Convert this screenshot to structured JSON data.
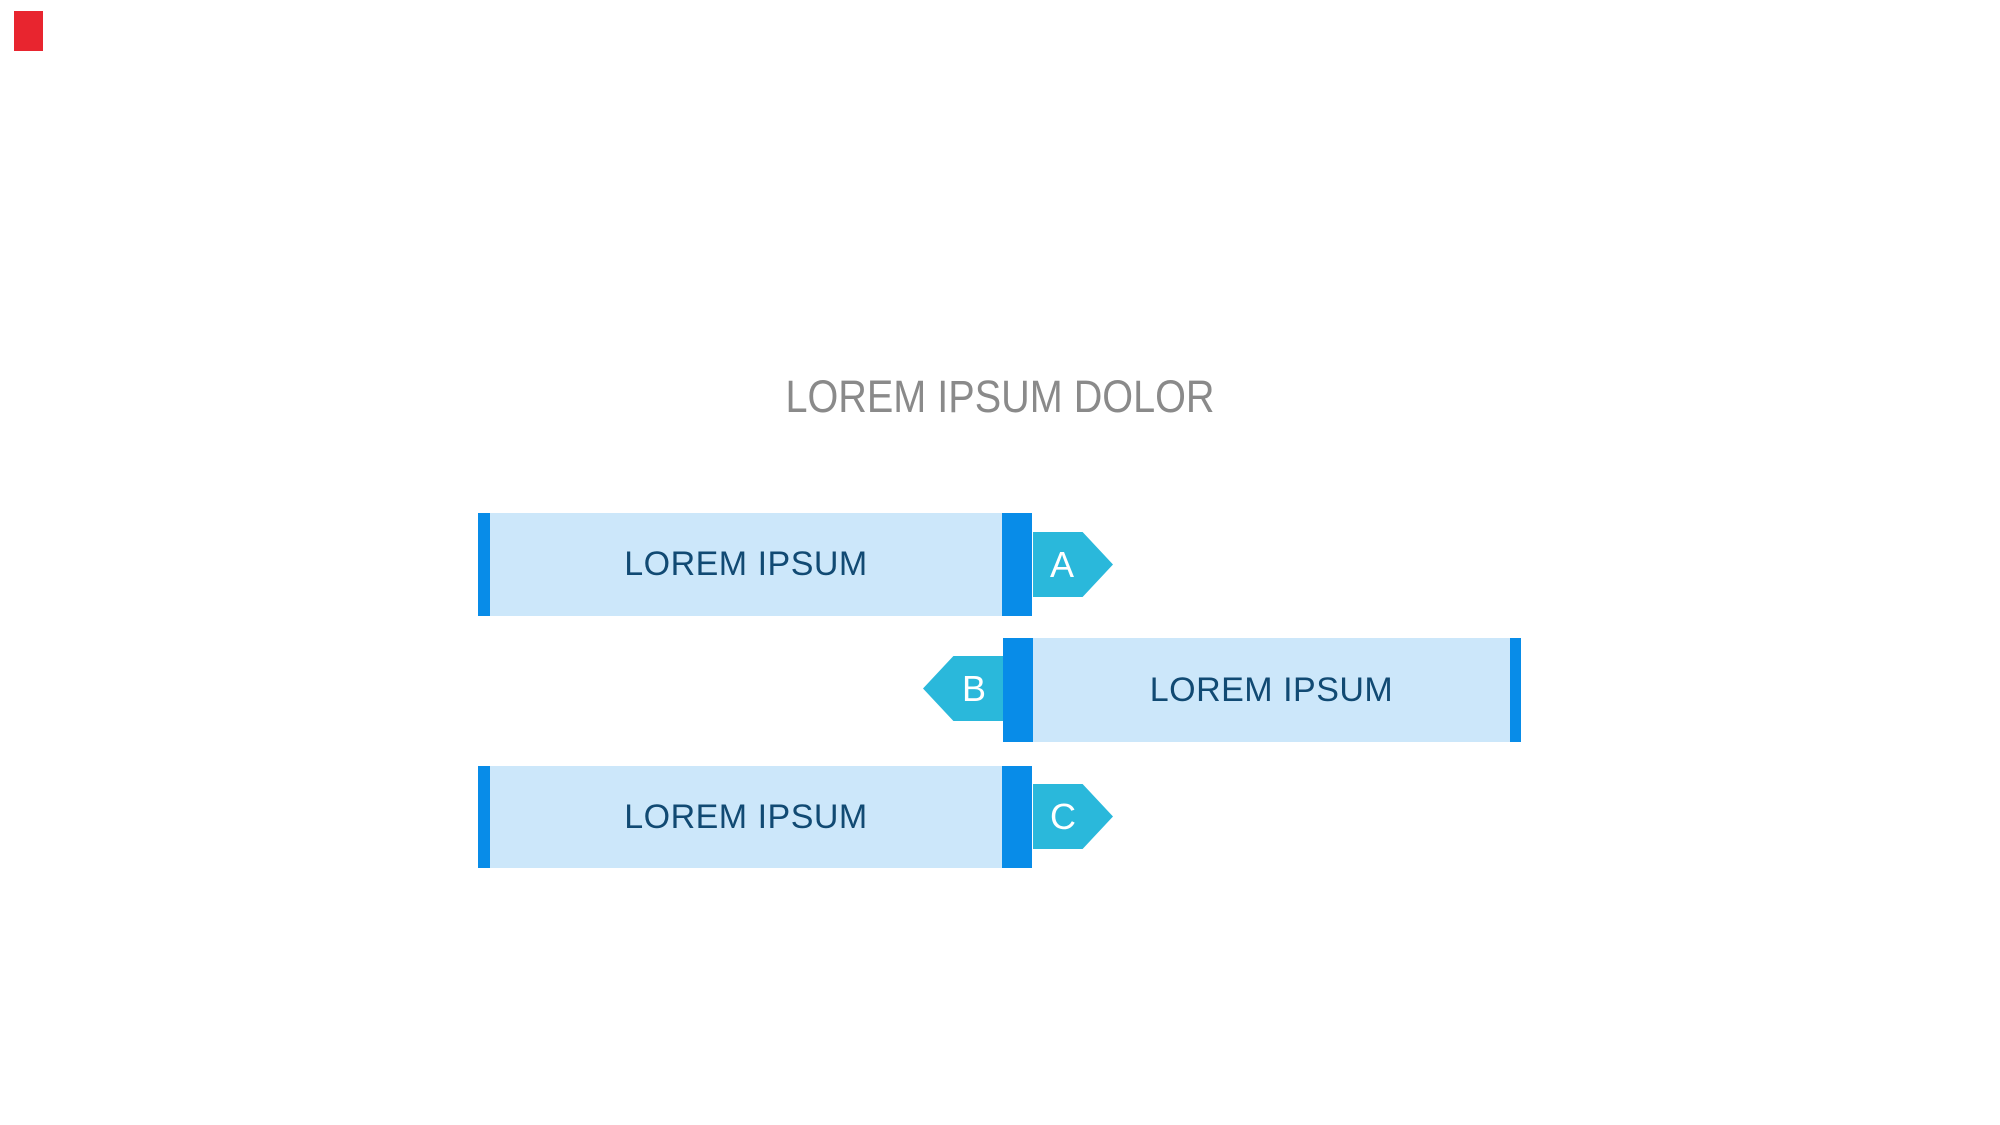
{
  "slide": {
    "title": "LOREM IPSUM DOLOR"
  },
  "rows": [
    {
      "badge": "A",
      "label": "LOREM IPSUM",
      "direction": "right"
    },
    {
      "badge": "B",
      "label": "LOREM IPSUM",
      "direction": "left"
    },
    {
      "badge": "C",
      "label": "LOREM IPSUM",
      "direction": "right"
    }
  ],
  "colors": {
    "background": "#ffffff",
    "bar_fill_light_blue": "#cce7fa",
    "edge_stripe_blue": "#088ce8",
    "arrow_teal": "#2ab8db",
    "bar_text_navy": "#114a73",
    "title_gray": "#8a8a8a",
    "corner_marker_red": "#e8252f"
  }
}
